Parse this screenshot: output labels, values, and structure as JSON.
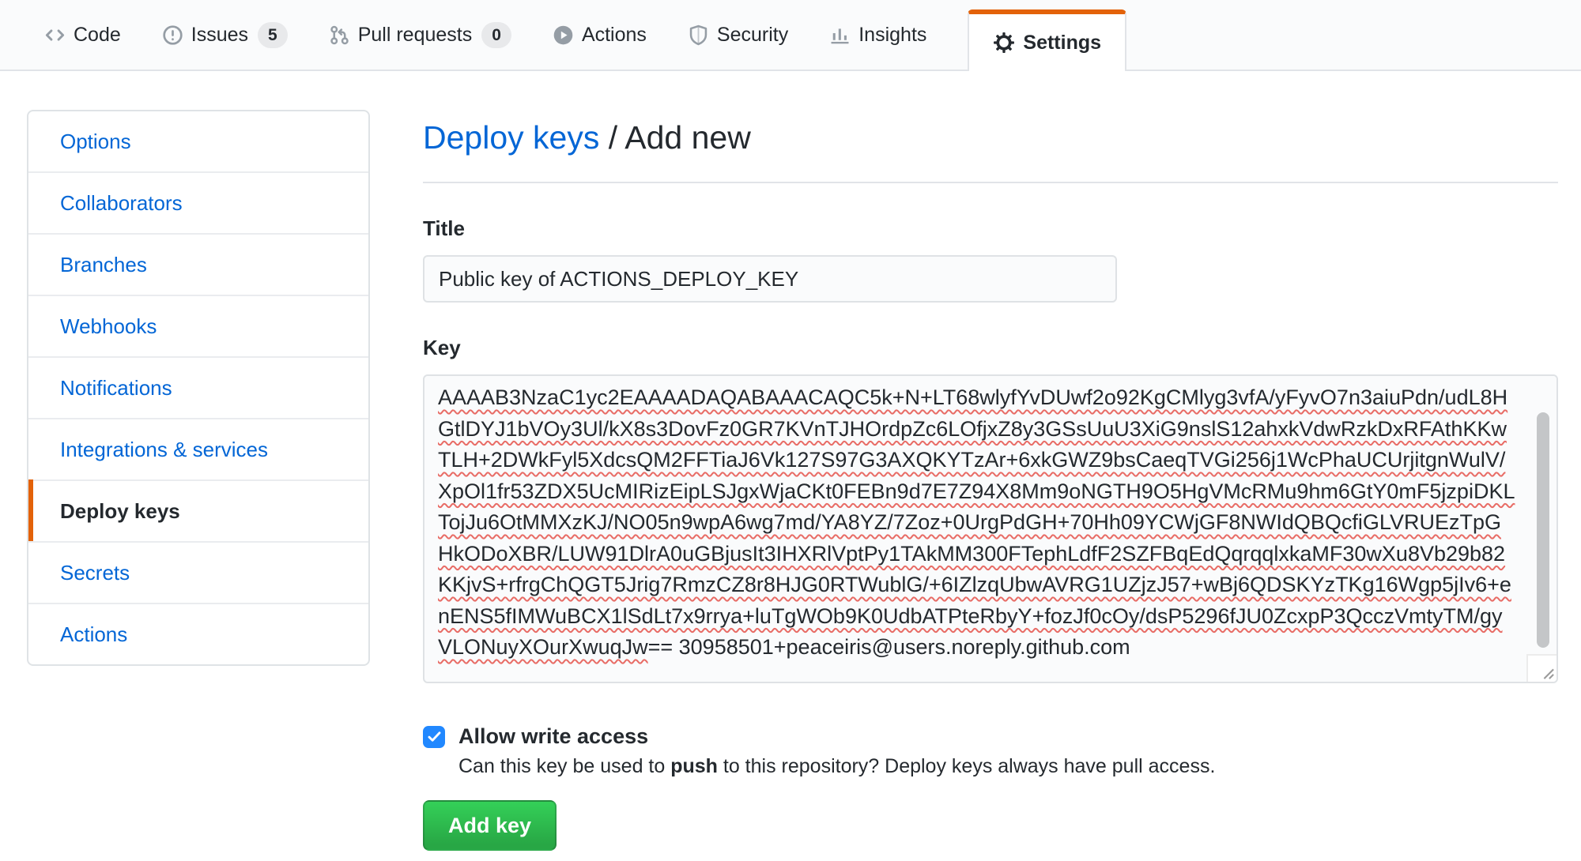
{
  "nav": {
    "tabs": [
      {
        "label": "Code"
      },
      {
        "label": "Issues",
        "badge": "5"
      },
      {
        "label": "Pull requests",
        "badge": "0"
      },
      {
        "label": "Actions"
      },
      {
        "label": "Security"
      },
      {
        "label": "Insights"
      },
      {
        "label": "Settings",
        "active": true
      }
    ]
  },
  "sidebar": {
    "items": [
      {
        "label": "Options"
      },
      {
        "label": "Collaborators"
      },
      {
        "label": "Branches"
      },
      {
        "label": "Webhooks"
      },
      {
        "label": "Notifications"
      },
      {
        "label": "Integrations & services"
      },
      {
        "label": "Deploy keys",
        "active": true
      },
      {
        "label": "Secrets"
      },
      {
        "label": "Actions"
      }
    ]
  },
  "page": {
    "breadcrumb_link": "Deploy keys",
    "breadcrumb_separator": " / ",
    "breadcrumb_current": "Add new",
    "title_field": {
      "label": "Title",
      "value": "Public key of ACTIONS_DEPLOY_KEY"
    },
    "key_field": {
      "label": "Key",
      "value_main": "AAAAB3NzaC1yc2EAAAADAQABAAACAQC5k+N+LT68wlyfYvDUwf2o92KgCMlyg3vfA/yFyvO7n3aiuPdn/udL8HGtlDYJ1bVOy3Ul/kX8s3DovFz0GR7KVnTJHOrdpZc6LOfjxZ8y3GSsUuU3XiG9nslS12ahxkVdwRzkDxRFAthKKwTLH+2DWkFyl5XdcsQM2FFTiaJ6Vk127S97G3AXQKYTzAr+6xkGWZ9bsCaeqTVGi256j1WcPhaUCUrjitgnWulV/XpOl1fr53ZDX5UcMIRizEipLSJgxWjaCKt0FEBn9d7E7Z94X8Mm9oNGTH9O5HgVMcRMu9hm6GtY0mF5jzpiDKLTojJu6OtMMXzKJ/NO05n9wpA6wg7md/YA8YZ/7Zoz+0UrgPdGH+70Hh09YCWjGF8NWIdQBQcfiGLVRUEzTpGHkODoXBR/LUW91DlrA0uGBjusIt3IHXRlVptPy1TAkMM300FTephLdfF2SZFBqEdQqrqqlxkaMF30wXu8Vb29b82KKjvS+rfrgChQGT5Jrig7RmzCZ8r8HJG0RTWublG/+6IZlzqUbwAVRG1UZjzJ57+wBj6QDSKYzTKg16Wgp5jIv6+enENS5fIMWuBCX1lSdLt7x9rrya+luTgWOb9K0UdbATPteRbyY+fozJf0cOy/dsP5296fJU0ZcxpP3QcczVmtyTM/gyVLONuyXOurXwuqJw",
      "value_suffix": "== 30958501+peaceiris@users.noreply.github.com"
    },
    "write_access": {
      "label": "Allow write access",
      "checked": true,
      "description_prefix": "Can this key be used to ",
      "description_bold": "push",
      "description_suffix": " to this repository? Deploy keys always have pull access."
    },
    "submit_label": "Add key"
  },
  "colors": {
    "accent_orange": "#e36209",
    "link_blue": "#0366d6",
    "checkbox_blue": "#2188ff",
    "button_green": "#28a745",
    "nav_background": "#fafbfc",
    "field_background": "#fafbfc",
    "spellcheck_red": "#e5534b"
  }
}
